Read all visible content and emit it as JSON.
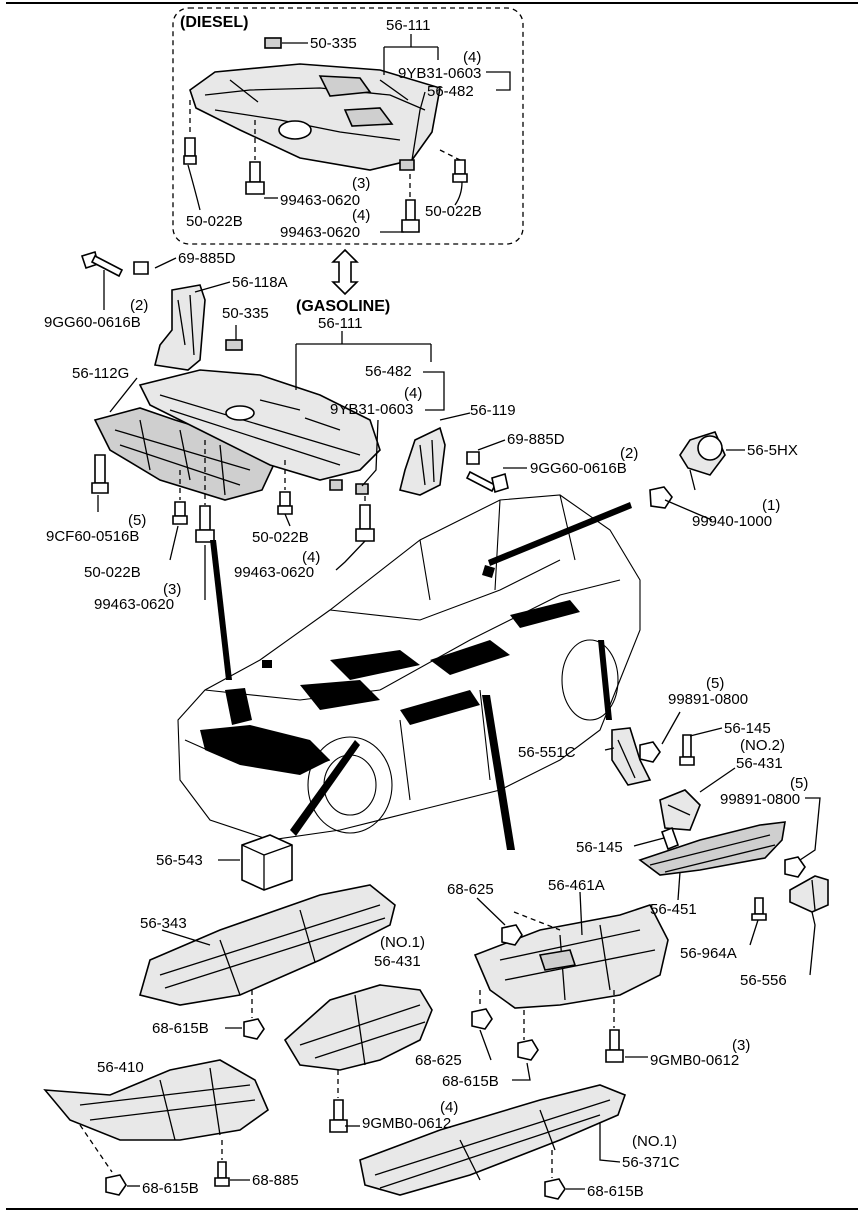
{
  "groups": {
    "diesel": "(DIESEL)",
    "gasoline": "(GASOLINE)"
  },
  "labels": {
    "d_50_335": "50-335",
    "d_56_111": "56-111",
    "d_qty4_a": "(4)",
    "d_9yb31": "9YB31-0603",
    "d_56_482": "56-482",
    "d_50_022b_l": "50-022B",
    "d_qty3": "(3)",
    "d_99463_a": "99463-0620",
    "d_qty4_b": "(4)",
    "d_99463_b": "99463-0620",
    "d_50_022b_r": "50-022B",
    "g_69_885d_a": "69-885D",
    "g_56_118a": "56-118A",
    "g_qty2_a": "(2)",
    "g_9gg60_a": "9GG60-0616B",
    "g_50_335": "50-335",
    "g_56_111": "56-111",
    "g_56_112g": "56-112G",
    "g_56_482": "56-482",
    "g_qty4_a": "(4)",
    "g_9yb31": "9YB31-0603",
    "g_56_119": "56-119",
    "g_69_885d_b": "69-885D",
    "g_qty2_b": "(2)",
    "g_9gg60_b": "9GG60-0616B",
    "g_56_5hx": "56-5HX",
    "g_qty1": "(1)",
    "g_99940": "99940-1000",
    "g_qty5_a": "(5)",
    "g_9cf60": "9CF60-0516B",
    "g_50_022b_a": "50-022B",
    "g_qty4_b": "(4)",
    "g_99463_a": "99463-0620",
    "g_50_022b_b": "50-022B",
    "g_qty3": "(3)",
    "g_99463_b": "99463-0620",
    "r_qty5_a": "(5)",
    "r_99891_a": "99891-0800",
    "r_56_145_a": "56-145",
    "r_no2": "(NO.2)",
    "r_56_431_a": "56-431",
    "r_56_551c": "56-551C",
    "r_qty5_b": "(5)",
    "r_99891_b": "99891-0800",
    "r_56_145_b": "56-145",
    "r_56_543": "56-543",
    "r_68_625_a": "68-625",
    "r_56_461a": "56-461A",
    "r_56_451": "56-451",
    "r_56_343": "56-343",
    "r_no1_a": "(NO.1)",
    "r_56_431_b": "56-431",
    "r_56_964a": "56-964A",
    "r_56_556": "56-556",
    "r_68_615b_a": "68-615B",
    "r_68_625_b": "68-625",
    "r_qty3": "(3)",
    "r_9gmb0_a": "9GMB0-0612",
    "r_68_615b_b": "68-615B",
    "r_56_410": "56-410",
    "r_qty4": "(4)",
    "r_9gmb0_b": "9GMB0-0612",
    "r_no1_b": "(NO.1)",
    "r_56_371c": "56-371C",
    "r_68_615b_c": "68-615B",
    "r_68_885": "68-885",
    "r_68_615b_d": "68-615B"
  }
}
